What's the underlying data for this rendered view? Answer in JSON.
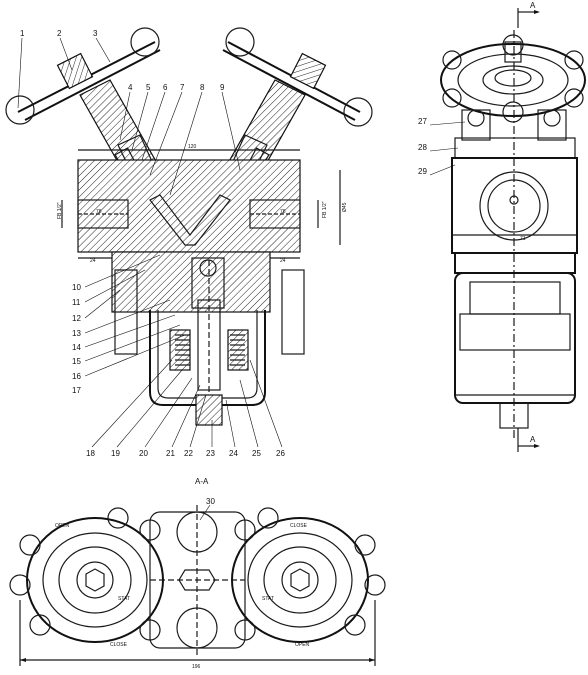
{
  "section_label": "A-A",
  "cut_markers": [
    "A",
    "A"
  ],
  "part_numbers": [
    "1",
    "2",
    "3",
    "4",
    "5",
    "6",
    "7",
    "8",
    "9",
    "10",
    "11",
    "12",
    "13",
    "14",
    "15",
    "16",
    "17",
    "18",
    "19",
    "20",
    "21",
    "22",
    "23",
    "24",
    "25",
    "26",
    "27",
    "28",
    "29",
    "30"
  ],
  "dim_texts": {
    "top_width": "120",
    "left_port": "78",
    "right_port": "78",
    "left_bottom": "24",
    "right_bottom": "24",
    "left_vert": "FB 1/2\"",
    "right_vert": "FB 1/2\"",
    "far_right_vert": "Ø45",
    "side_width": "71",
    "bottom_overall": "196"
  },
  "handwheel_text": {
    "open": "OPEN",
    "close": "CLOSE",
    "state": "STAT"
  }
}
